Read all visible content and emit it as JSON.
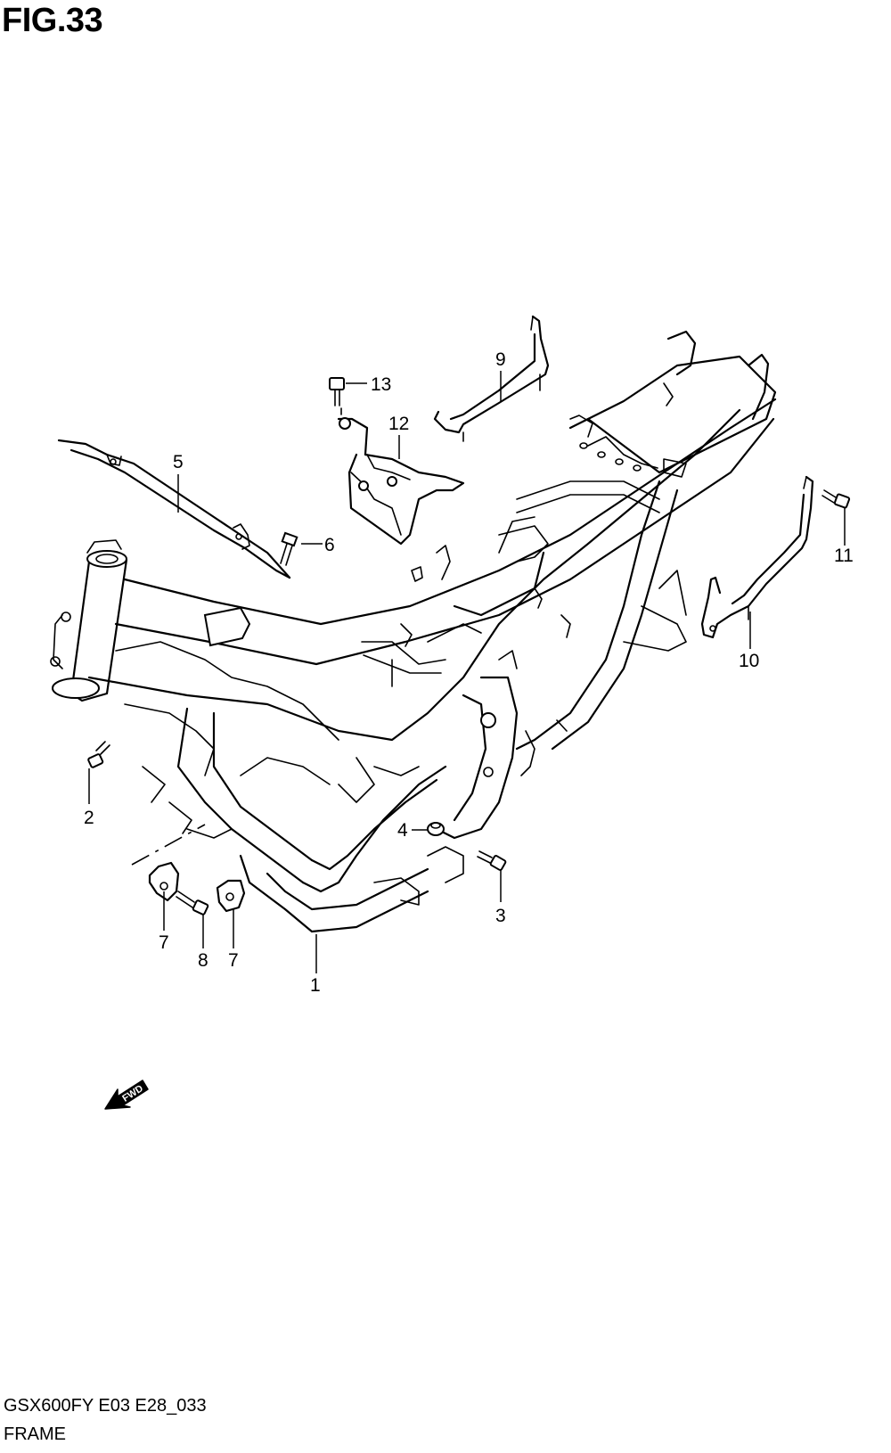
{
  "figure": {
    "title": "FIG.33"
  },
  "callouts": {
    "c1": "1",
    "c2": "2",
    "c3": "3",
    "c4": "4",
    "c5": "5",
    "c6": "6",
    "c7a": "7",
    "c7b": "7",
    "c8": "8",
    "c9": "9",
    "c10": "10",
    "c11": "11",
    "c12": "12",
    "c13": "13"
  },
  "fwd_arrow": {
    "label": "FWD"
  },
  "footer": {
    "model_code": "GSX600FY E03 E28_033",
    "section_name": "FRAME"
  }
}
